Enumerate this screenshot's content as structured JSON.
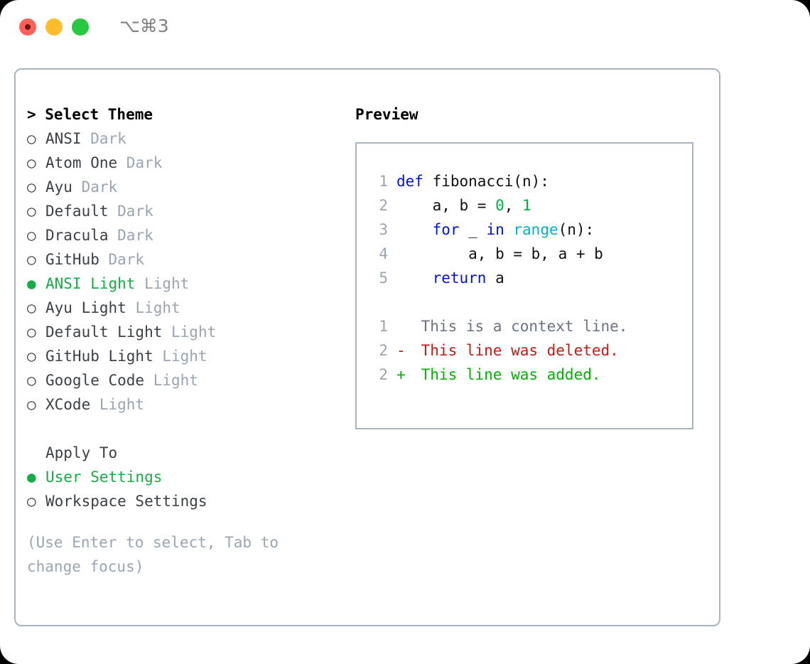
{
  "window": {
    "shortcut": "⌥⌘3",
    "traffic_lights": [
      "close",
      "minimize",
      "maximize"
    ],
    "colors": {
      "close": "#ff6159",
      "minimize": "#ffbd2e",
      "maximize": "#28c840",
      "accent_green": "#17ab47",
      "border": "#aab4c0",
      "muted": "#9aa5b1"
    }
  },
  "theme_selector": {
    "title": "> Select Theme",
    "marker_selected": "●",
    "marker_unselected": "○",
    "items": [
      {
        "marker": "○",
        "name": "ANSI",
        "suffix": "Dark",
        "selected": false
      },
      {
        "marker": "○",
        "name": "Atom One",
        "suffix": "Dark",
        "selected": false
      },
      {
        "marker": "○",
        "name": "Ayu",
        "suffix": "Dark",
        "selected": false
      },
      {
        "marker": "○",
        "name": "Default",
        "suffix": "Dark",
        "selected": false
      },
      {
        "marker": "○",
        "name": "Dracula",
        "suffix": "Dark",
        "selected": false
      },
      {
        "marker": "○",
        "name": "GitHub",
        "suffix": "Dark",
        "selected": false
      },
      {
        "marker": "●",
        "name": "ANSI Light",
        "suffix": "Light",
        "selected": true
      },
      {
        "marker": "○",
        "name": "Ayu Light",
        "suffix": "Light",
        "selected": false
      },
      {
        "marker": "○",
        "name": "Default Light",
        "suffix": "Light",
        "selected": false
      },
      {
        "marker": "○",
        "name": "GitHub Light",
        "suffix": "Light",
        "selected": false
      },
      {
        "marker": "○",
        "name": "Google Code",
        "suffix": "Light",
        "selected": false
      },
      {
        "marker": "○",
        "name": "XCode",
        "suffix": "Light",
        "selected": false
      }
    ]
  },
  "apply_to": {
    "title": "Apply To",
    "items": [
      {
        "marker": "●",
        "name": "User Settings",
        "selected": true
      },
      {
        "marker": "○",
        "name": "Workspace Settings",
        "selected": false
      }
    ]
  },
  "hint": "(Use Enter to select, Tab to change focus)",
  "preview": {
    "title": "Preview",
    "code_lines": [
      {
        "number": "1",
        "tokens": [
          {
            "text": "def ",
            "type": "kw"
          },
          {
            "text": "fibonacci(n):",
            "type": "txt"
          }
        ]
      },
      {
        "number": "2",
        "tokens": [
          {
            "text": "    a, b = ",
            "type": "txt"
          },
          {
            "text": "0",
            "type": "num"
          },
          {
            "text": ", ",
            "type": "txt"
          },
          {
            "text": "1",
            "type": "num"
          }
        ]
      },
      {
        "number": "3",
        "tokens": [
          {
            "text": "    for",
            "type": "kw"
          },
          {
            "text": " _ ",
            "type": "txt"
          },
          {
            "text": "in ",
            "type": "kw"
          },
          {
            "text": "range",
            "type": "fn"
          },
          {
            "text": "(n):",
            "type": "txt"
          }
        ]
      },
      {
        "number": "4",
        "tokens": [
          {
            "text": "        a, b = b, a + b",
            "type": "txt"
          }
        ]
      },
      {
        "number": "5",
        "tokens": [
          {
            "text": "    return ",
            "type": "kw"
          },
          {
            "text": "a",
            "type": "txt"
          }
        ]
      }
    ],
    "diff_lines": [
      {
        "number": "1",
        "mark": " ",
        "text": " This is a context line.",
        "type": "context"
      },
      {
        "number": "2",
        "mark": "-",
        "text": " This line was deleted.",
        "type": "deleted"
      },
      {
        "number": "2",
        "mark": "+",
        "text": " This line was added.",
        "type": "added"
      }
    ]
  }
}
